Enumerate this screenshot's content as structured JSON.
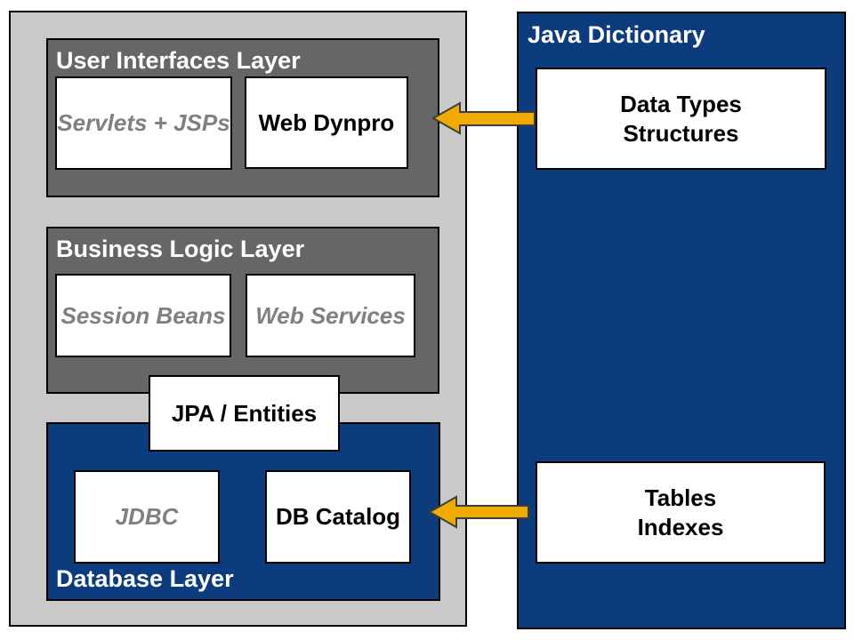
{
  "colors": {
    "outer_container": "#C9C9C9",
    "layer_gray": "#666666",
    "navy": "#0D3C7E",
    "arrow_fill": "#F0AB00",
    "arrow_outline": "#3E3E3E",
    "muted_label": "#808080",
    "border": "#000000",
    "page_background": "#FFFFFF"
  },
  "app_stack": {
    "ui_layer": {
      "title": "User Interfaces Layer",
      "servlets_jsps": "Servlets + JSPs",
      "web_dynpro": "Web Dynpro"
    },
    "business_layer": {
      "title": "Business Logic Layer",
      "session_beans": "Session Beans",
      "web_services": "Web Services"
    },
    "persistence": {
      "jpa_entities": "JPA / Entities"
    },
    "database_layer": {
      "title": "Database Layer",
      "jdbc": "JDBC",
      "db_catalog": "DB Catalog"
    }
  },
  "java_dictionary": {
    "title": "Java Dictionary",
    "data_types_box": {
      "line1": "Data Types",
      "line2": "Structures"
    },
    "tables_box": {
      "line1": "Tables",
      "line2": "Indexes"
    }
  },
  "arrows": {
    "dictionary_to_ui_direction": "left",
    "dictionary_to_db_direction": "left"
  }
}
